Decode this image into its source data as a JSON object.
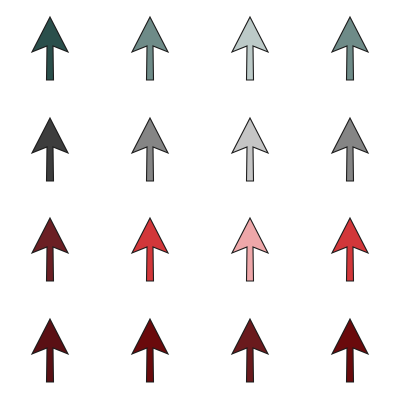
{
  "arrows": {
    "icon": "up-arrow-cursor-icon",
    "rows": [
      {
        "name": "teal",
        "fills": [
          "#2a4f4b",
          "#6e8b88",
          "#bccac8",
          "#6e8b88"
        ]
      },
      {
        "name": "gray",
        "fills": [
          "#3d3d3d",
          "#858585",
          "#c5c5c5",
          "#858585"
        ]
      },
      {
        "name": "red",
        "fills": [
          "#6b1f24",
          "#d2373a",
          "#eea7a9",
          "#d2373a"
        ]
      },
      {
        "name": "dark-red",
        "fills": [
          "#5a1014",
          "#6a0a0c",
          "#6a1a1d",
          "#6a0a0c"
        ]
      }
    ]
  }
}
